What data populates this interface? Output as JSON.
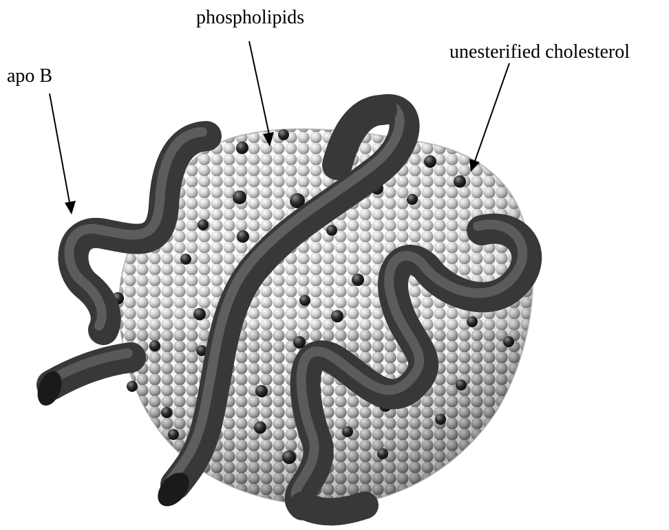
{
  "labels": {
    "phospholipids": "phospholipids",
    "unesterified_cholesterol": "unesterified cholesterol",
    "apo_b": "apo B"
  },
  "colors": {
    "background": "#ffffff",
    "phospholipid_light": "#f4f4f4",
    "phospholipid_mid": "#bdbdbd",
    "phospholipid_dark": "#7a7a7a",
    "cholesterol": "#2a2a2a",
    "apob_tube": "#4a4a4a",
    "arrow": "#000000"
  },
  "icons": [
    "lipoprotein-particle-illustration",
    "apob-protein-ribbon",
    "cholesterol-molecule"
  ]
}
